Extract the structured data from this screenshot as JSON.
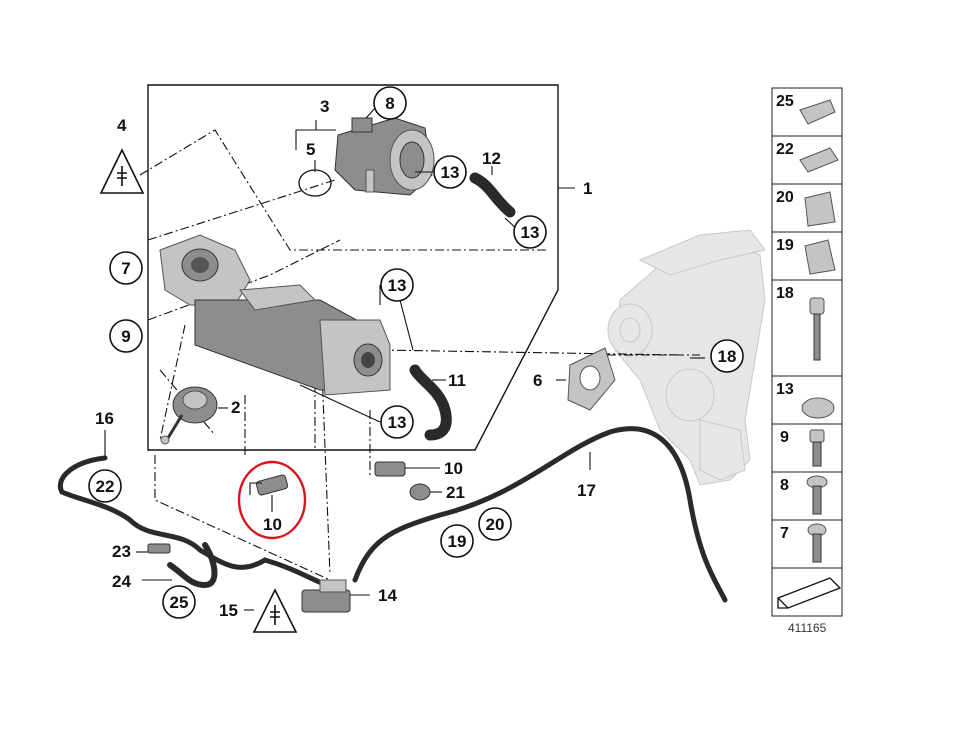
{
  "callouts": {
    "c1": "1",
    "c2": "2",
    "c3": "3",
    "c4": "4",
    "c5": "5",
    "c6": "6",
    "c7": "7",
    "c8": "8",
    "c9": "9",
    "c10a": "10",
    "c10b": "10",
    "c11": "11",
    "c12": "12",
    "c13a": "13",
    "c13b": "13",
    "c13c": "13",
    "c13d": "13",
    "c14": "14",
    "c15": "15",
    "c16": "16",
    "c17": "17",
    "c18": "18",
    "c19": "19",
    "c20": "20",
    "c21": "21",
    "c22": "22",
    "c23": "23",
    "c24": "24",
    "c25": "25"
  },
  "legend": {
    "items": [
      "25",
      "22",
      "20",
      "19",
      "18",
      "13",
      "9",
      "8",
      "7"
    ]
  },
  "diagram_ref": "411165",
  "colors": {
    "highlight": "#d8141c",
    "lines": "#111111",
    "part_grey": "#8d8d8d",
    "ghost_grey": "#e6e6e6"
  }
}
